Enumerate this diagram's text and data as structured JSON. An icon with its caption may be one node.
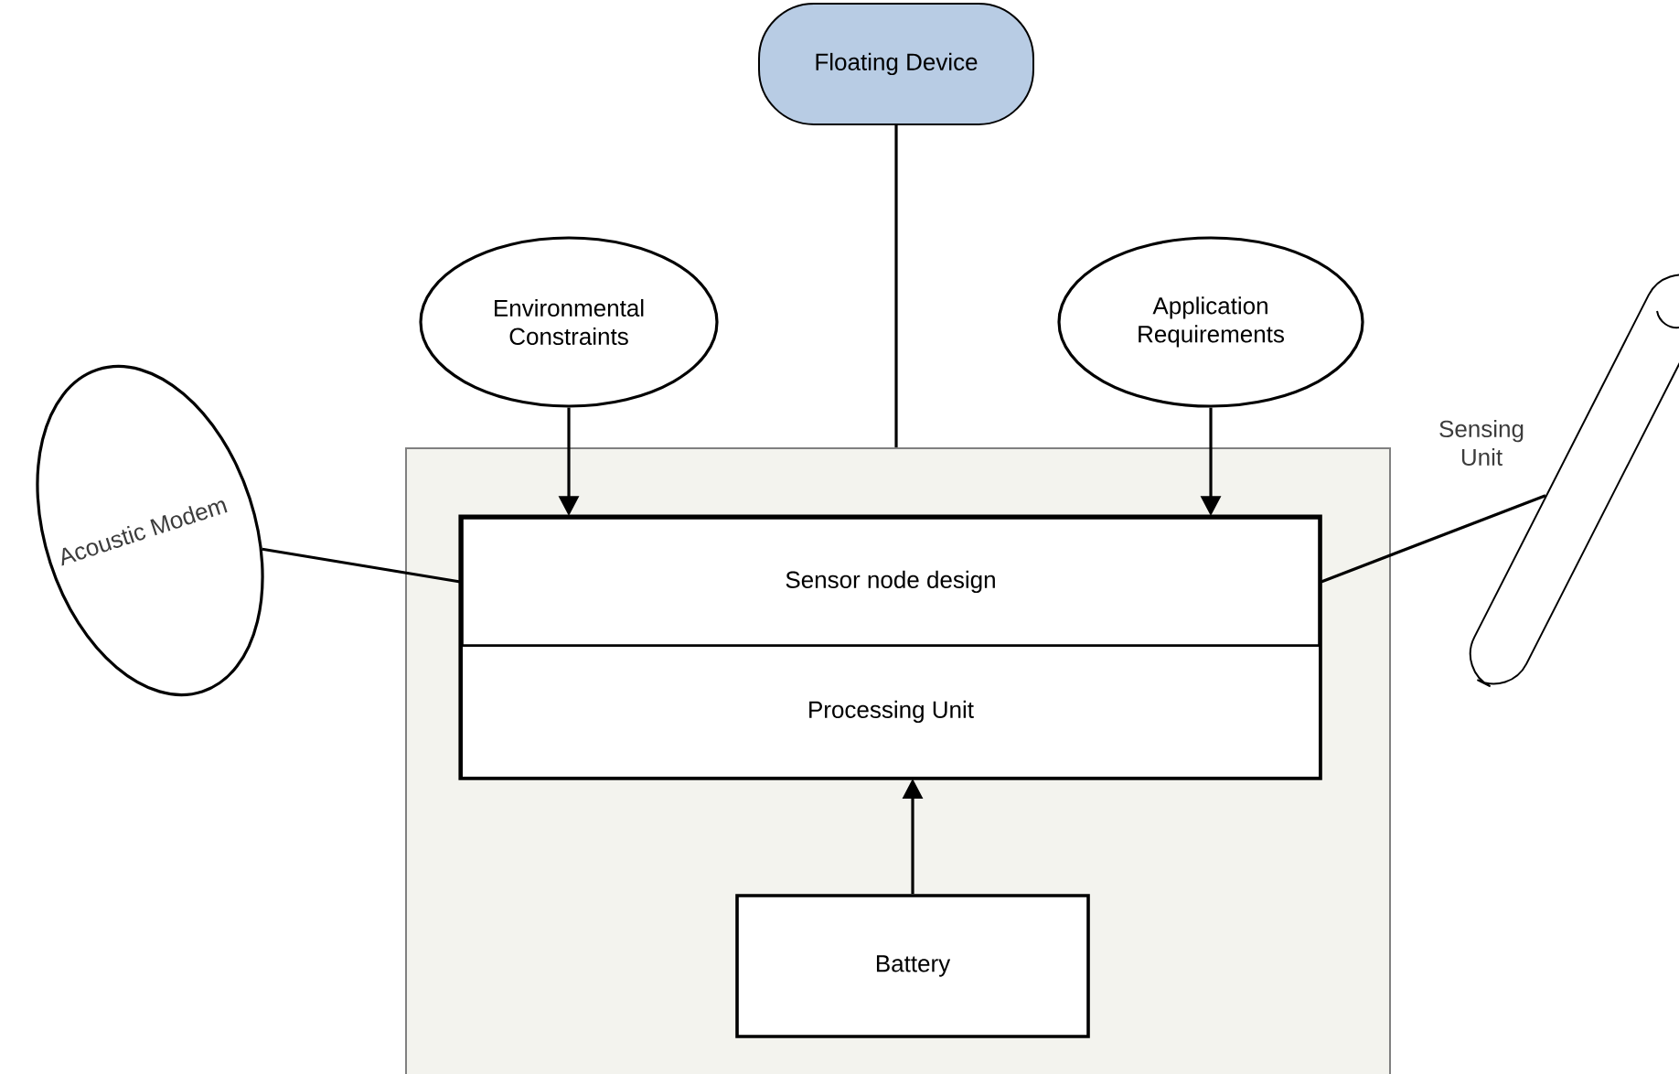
{
  "diagram": {
    "nodes": [
      {
        "text": [
          "Floating Device"
        ]
      },
      {
        "text": [
          "Environmental Constraints"
        ]
      },
      {
        "text": [
          "Application Requirements"
        ]
      },
      {
        "text": [
          "Acoustic Modem"
        ]
      },
      {
        "text": [],
        "shape": "box"
      },
      {
        "text": [
          "Sensor node design"
        ],
        "in": 4
      },
      {
        "text": [
          "Processing Unit"
        ],
        "in": 4
      },
      {
        "text": [
          "Battery"
        ],
        "in": 4
      },
      {
        "text": [
          "Sensing Unit"
        ]
      }
    ],
    "edges": [
      {
        "from": 0,
        "to": 4,
        "arrow": "none"
      },
      {
        "from": 1,
        "to": 5,
        "arrow": "to"
      },
      {
        "from": 2,
        "to": 5,
        "arrow": "to"
      },
      {
        "from": 3,
        "to": 5,
        "arrow": "none"
      },
      {
        "from": 5,
        "to": 8,
        "arrow": "none"
      },
      {
        "from": 7,
        "to": 6,
        "arrow": "to"
      }
    ]
  }
}
